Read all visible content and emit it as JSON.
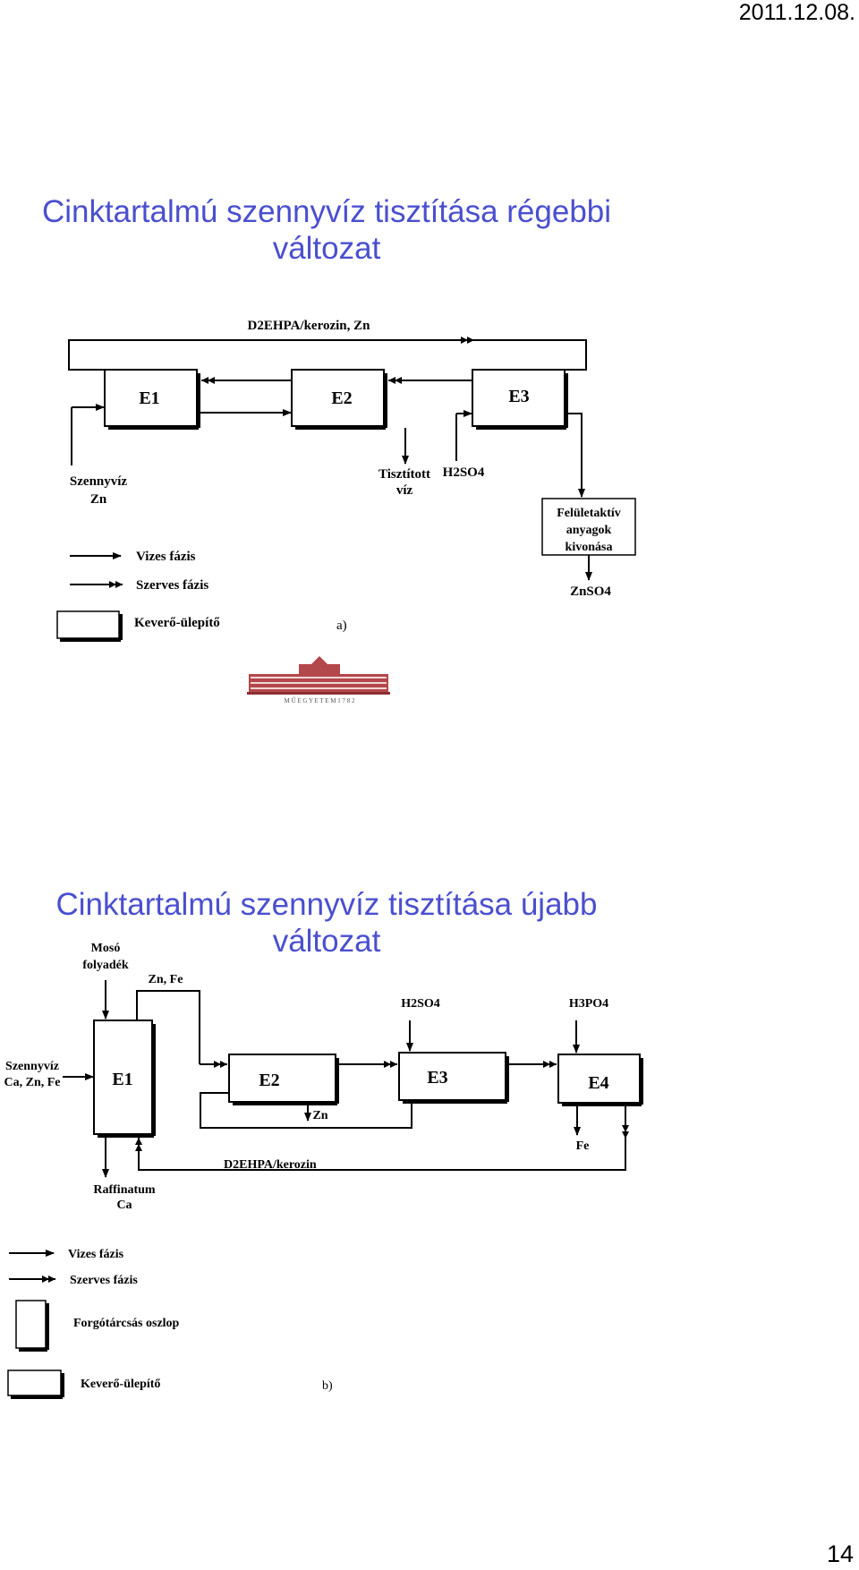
{
  "header": {
    "date": "2011.12.08."
  },
  "slide1": {
    "title_line1": "Cinktartalmú szennyvíz tisztítása régebbi",
    "title_line2": "változat",
    "diagram": {
      "top_stream": "D2EHPA/kerozin, Zn",
      "units": [
        "E1",
        "E2",
        "E3"
      ],
      "inlet_label_1": "Szennyvíz",
      "inlet_label_2": "Zn",
      "outlet_label_1": "Tisztított",
      "outlet_label_2": "víz",
      "acid_label": "H2SO4",
      "surfactant_box": [
        "Felületaktív",
        "anyagok",
        "kivonása"
      ],
      "product_label": "ZnSO4",
      "legend": {
        "aqueous": "Vizes fázis",
        "organic": "Szerves fázis",
        "mixer": "Keverő-ülepítő"
      },
      "caption": "a)"
    },
    "logo_text": "M Ű E G Y E T E M   1 7 8 2"
  },
  "slide2": {
    "title_line1": "Cinktartalmú szennyvíz tisztítása újabb",
    "title_line2": "változat",
    "diagram": {
      "wash_label_1": "Mosó",
      "wash_label_2": "folyadék",
      "zn_fe_label": "Zn, Fe",
      "acid1_label": "H2SO4",
      "acid2_label": "H3PO4",
      "inlet_label_1": "Szennyvíz",
      "inlet_label_2": "Ca, Zn, Fe",
      "units": [
        "E1",
        "E2",
        "E3",
        "E4"
      ],
      "zn_out": "Zn",
      "fe_out": "Fe",
      "solvent_stream": "D2EHPA/kerozin",
      "raffinate_1": "Raffinatum",
      "raffinate_2": "Ca",
      "legend": {
        "aqueous": "Vizes fázis",
        "organic": "Szerves fázis",
        "column": "Forgótárcsás oszlop",
        "mixer": "Keverő-ülepítő"
      },
      "caption": "b)"
    }
  },
  "footer": {
    "page_number": "14"
  }
}
